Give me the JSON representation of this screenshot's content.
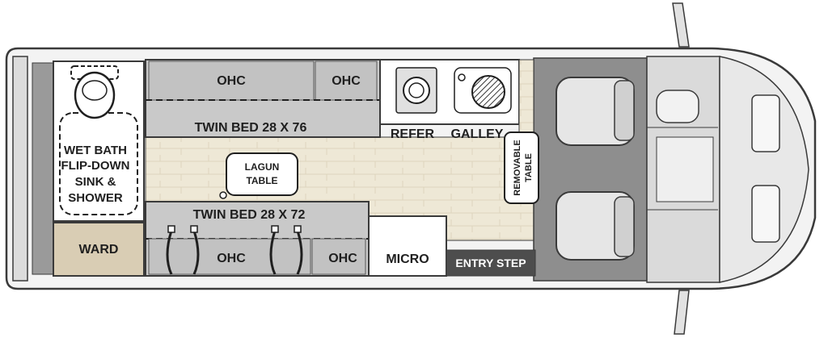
{
  "labels": {
    "ohc_top_left": "OHC",
    "ohc_top_right": "OHC",
    "twin_bed_top": "TWIN BED 28 X 76",
    "refer": "REFER",
    "galley": "GALLEY",
    "wet_bath": [
      "WET BATH",
      "FLIP-DOWN",
      "SINK &",
      "SHOWER"
    ],
    "lagun_table": [
      "LAGUN",
      "TABLE"
    ],
    "removable_table": [
      "REMOVABLE",
      "TABLE"
    ],
    "twin_bed_bottom": "TWIN BED 28 X 72",
    "ward": "WARD",
    "ohc_bottom_left": "OHC",
    "ohc_bottom_right": "OHC",
    "micro": "MICRO",
    "entry_step": "ENTRY STEP"
  },
  "colors": {
    "body_fill": "#f2f2f2",
    "outline": "#3a3a3a",
    "cabinet": "#c8c8c8",
    "cab_floor": "#8c8c8c",
    "floor_wood": "#ece6d3",
    "ward": "#d9cdb4",
    "entry_step": "#4d4d4d"
  }
}
